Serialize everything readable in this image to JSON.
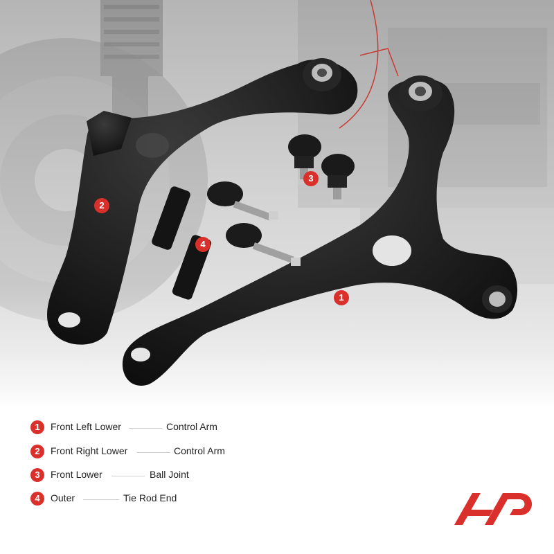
{
  "legend": [
    {
      "number": "1",
      "part_a": "Front Left Lower",
      "part_b": "Control Arm"
    },
    {
      "number": "2",
      "part_a": "Front Right Lower",
      "part_b": "Control Arm"
    },
    {
      "number": "3",
      "part_a": "Front Lower",
      "part_b": "Ball Joint"
    },
    {
      "number": "4",
      "part_a": "Outer",
      "part_b": "Tie Rod End"
    }
  ],
  "callouts": {
    "c1": "1",
    "c2": "2",
    "c3": "3",
    "c4": "4"
  },
  "colors": {
    "accent": "#d9302b",
    "part": "#151515"
  }
}
